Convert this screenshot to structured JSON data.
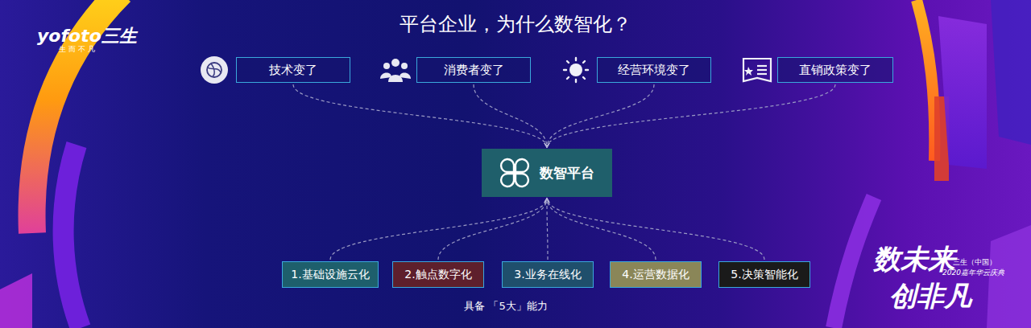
{
  "diagram": {
    "title": "平台企业，为什么数智化？",
    "nodes": [
      {
        "text": [
          "技术变了"
        ]
      },
      {
        "text": [
          "消费者变了"
        ]
      },
      {
        "text": [
          "经营环境变了"
        ]
      },
      {
        "text": [
          "直销政策变了"
        ]
      },
      {
        "text": [
          "数智平台"
        ]
      },
      {
        "text": [
          "1.基础设施云化"
        ]
      },
      {
        "text": [
          "2.触点数字化"
        ]
      },
      {
        "text": [
          "3.业务在线化"
        ]
      },
      {
        "text": [
          "4.运营数据化"
        ]
      },
      {
        "text": [
          "5.决策智能化"
        ]
      }
    ],
    "edges": [
      {
        "from": 0,
        "to": 4,
        "arrow": "to"
      },
      {
        "from": 1,
        "to": 4,
        "arrow": "to"
      },
      {
        "from": 2,
        "to": 4,
        "arrow": "to"
      },
      {
        "from": 3,
        "to": 4,
        "arrow": "to"
      },
      {
        "from": 5,
        "to": 4,
        "arrow": "to"
      },
      {
        "from": 6,
        "to": 4,
        "arrow": "to"
      },
      {
        "from": 7,
        "to": 4,
        "arrow": "to"
      },
      {
        "from": 8,
        "to": 4,
        "arrow": "to"
      },
      {
        "from": 9,
        "to": 4,
        "arrow": "to"
      }
    ],
    "labels": [
      "yofoto三生",
      "生 而 不 凡",
      "具备 「5大」能力",
      "数未来",
      "创非凡",
      "三生（中国）",
      "2020嘉年华云庆典"
    ]
  }
}
